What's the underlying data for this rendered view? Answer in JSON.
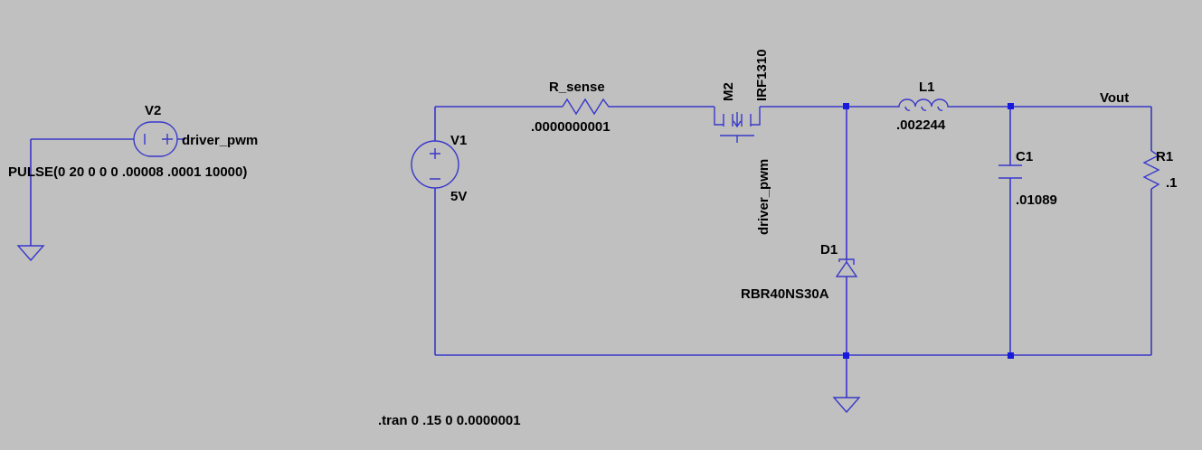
{
  "components": {
    "V2": {
      "name": "V2",
      "value": "PULSE(0 20 0 0 0 .00008 .0001 10000)"
    },
    "V1": {
      "name": "V1",
      "value": "5V"
    },
    "Rsense": {
      "name": "R_sense",
      "value": ".0000000001"
    },
    "M2": {
      "name": "M2",
      "value": "IRF1310"
    },
    "L1": {
      "name": "L1",
      "value": ".002244"
    },
    "C1": {
      "name": "C1",
      "value": ".01089"
    },
    "R1": {
      "name": "R1",
      "value": ".1"
    },
    "D1": {
      "name": "D1",
      "value": "RBR40NS30A"
    }
  },
  "nets": {
    "driver_pwm": "driver_pwm",
    "vout": "Vout"
  },
  "directive": ".tran 0 .15 0 0.0000001",
  "colors": {
    "background": "#c0c0c0",
    "wire": "#3838c8",
    "junction": "#1818e0",
    "text": "#000000"
  }
}
